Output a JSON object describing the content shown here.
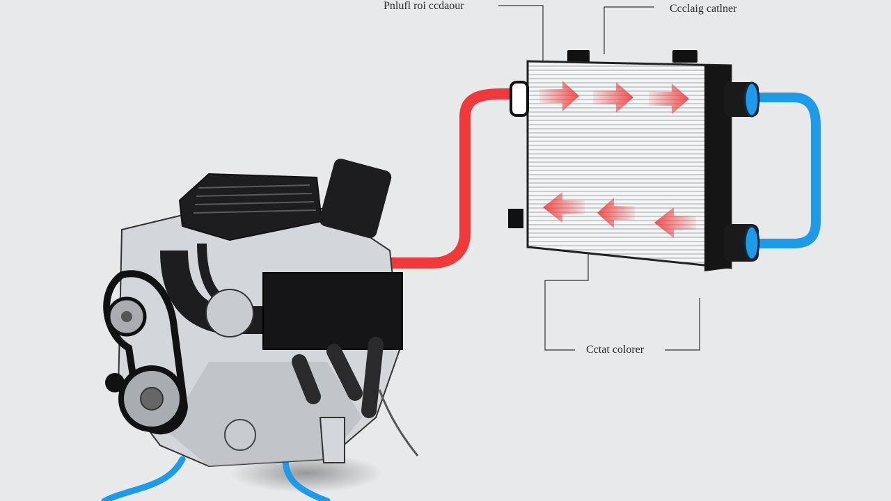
{
  "labels": {
    "top_left": "Pnlufl roi ccdaour",
    "top_right": "Ccclaig catlner",
    "bottom": "Cctat colorer"
  },
  "colors": {
    "background": "#e8e9eb",
    "hot_coolant": "#f0393a",
    "cool_coolant": "#1e9be8",
    "engine_dark": "#1d1d1f",
    "engine_grey": "#b9bcc0",
    "radiator_fins": "#f4f5f6",
    "radiator_frame": "#111111",
    "flow_arrow": "#ef4444"
  },
  "icons": {
    "engine": "engine-icon",
    "radiator": "radiator-icon",
    "flow_arrow": "flow-arrow-icon"
  }
}
